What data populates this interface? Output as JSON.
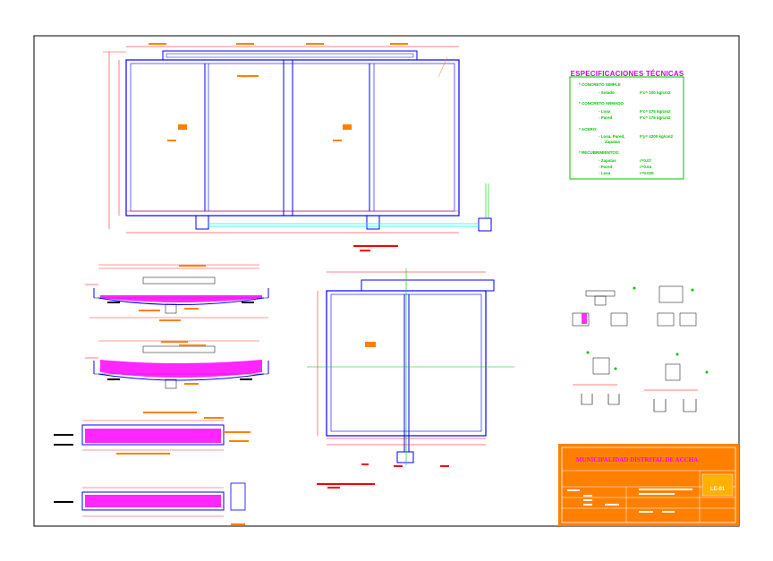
{
  "drawing": {
    "spec_title": "ESPECIFICACIONES TÉCNICAS",
    "spec_concrete_simple": "* CONCRETO SIMPLE",
    "spec_solado_label": "- Solado",
    "spec_solado_value": "F'c= 100 kg/cm2",
    "spec_concrete_armado": "* CONCRETO ARMADO",
    "spec_losa_label": "- Losa",
    "spec_losa_value": "F'c= 175 kg/cm2",
    "spec_pared_label": "- Pared",
    "spec_pared_value": "F'c= 175 kg/cm2",
    "spec_acero": "* ACERO:",
    "spec_acero_label": "- Losa, Pared,",
    "spec_acero_label2": "Zapatas",
    "spec_acero_value": "F'y= 4200 kg/cm2",
    "spec_recub": "* RECUBRIMIENTOS:",
    "spec_rec_zapatas_label": "- Zapatas",
    "spec_rec_zapatas_value": "r=0.07",
    "spec_rec_pared_label": "- Pared",
    "spec_rec_pared_value": "r=0.04",
    "spec_rec_losa_label": "- Losa",
    "spec_rec_losa_value": "r=0.025",
    "titleblock_title": "MUNICIPALIDAD DISTRITAL DE ACCHA",
    "titleblock_sheet": "LE-01"
  },
  "colors": {
    "frame": "#000000",
    "structure": "#0000ff",
    "dimension": "#ff0000",
    "annotation": "#ff8000",
    "reinforcement": "#ff00ff",
    "axis": "#00c400",
    "pipe": "#00ffff",
    "titleblock": "#ff8000"
  }
}
